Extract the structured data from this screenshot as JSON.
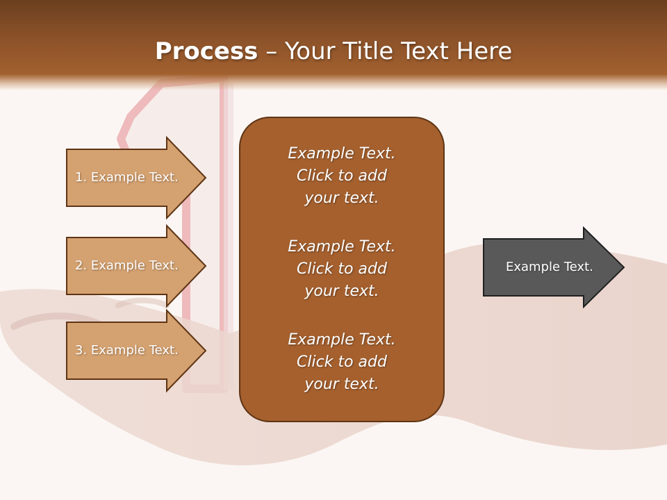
{
  "title": {
    "bold": "Process",
    "rest": " – Your Title Text Here"
  },
  "steps": [
    {
      "label": "1. Example Text."
    },
    {
      "label": "2. Example Text."
    },
    {
      "label": "3. Example Text."
    }
  ],
  "center": {
    "paragraphs": [
      "Example Text.\nClick  to add\nyour text.",
      "Example Text.\nClick  to add\nyour text.",
      "Example Text.\nClick  to add\nyour text."
    ]
  },
  "output": {
    "label": "Example Text."
  },
  "colors": {
    "title_bar": "#a2602e",
    "step_arrow": "#d4a170",
    "center_box": "#a5602e",
    "output_arrow": "#595959",
    "outline": "#5e3414"
  }
}
